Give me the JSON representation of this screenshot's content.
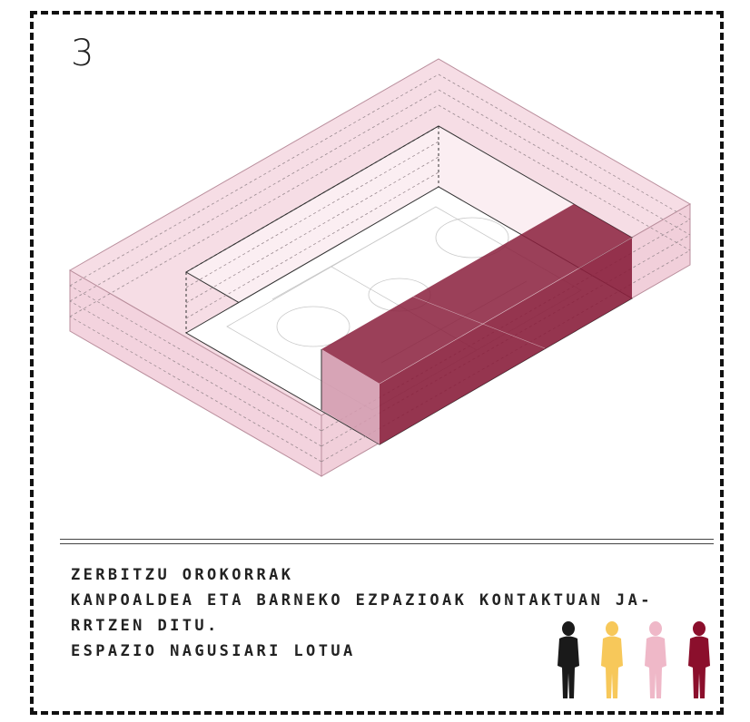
{
  "panel": {
    "number": "3"
  },
  "caption": {
    "lines": [
      "ZERBITZU OROKORRAK",
      "KANPOALDEA ETA BARNEKO EZPAZIOAK KONTAKTUAN JA-",
      "RRTZEN DITU.",
      "ESPAZIO NAGUSIARI LOTUA"
    ]
  },
  "colors": {
    "frame": "#111111",
    "volume_fill": "#f6dde5",
    "volume_stroke": "#b98e9c",
    "highlight": "#8a1f3c",
    "highlight_light": "#d39aae",
    "figure_black": "#1a1a1a",
    "figure_yellow": "#f7c85a",
    "figure_pink": "#efb8c8",
    "figure_red": "#8b0f2c"
  },
  "figures": [
    {
      "name": "person-black-icon",
      "color": "#1a1a1a"
    },
    {
      "name": "person-yellow-icon",
      "color": "#f7c85a"
    },
    {
      "name": "person-pink-icon",
      "color": "#efb8c8"
    },
    {
      "name": "person-red-icon",
      "color": "#8b0f2c"
    }
  ]
}
